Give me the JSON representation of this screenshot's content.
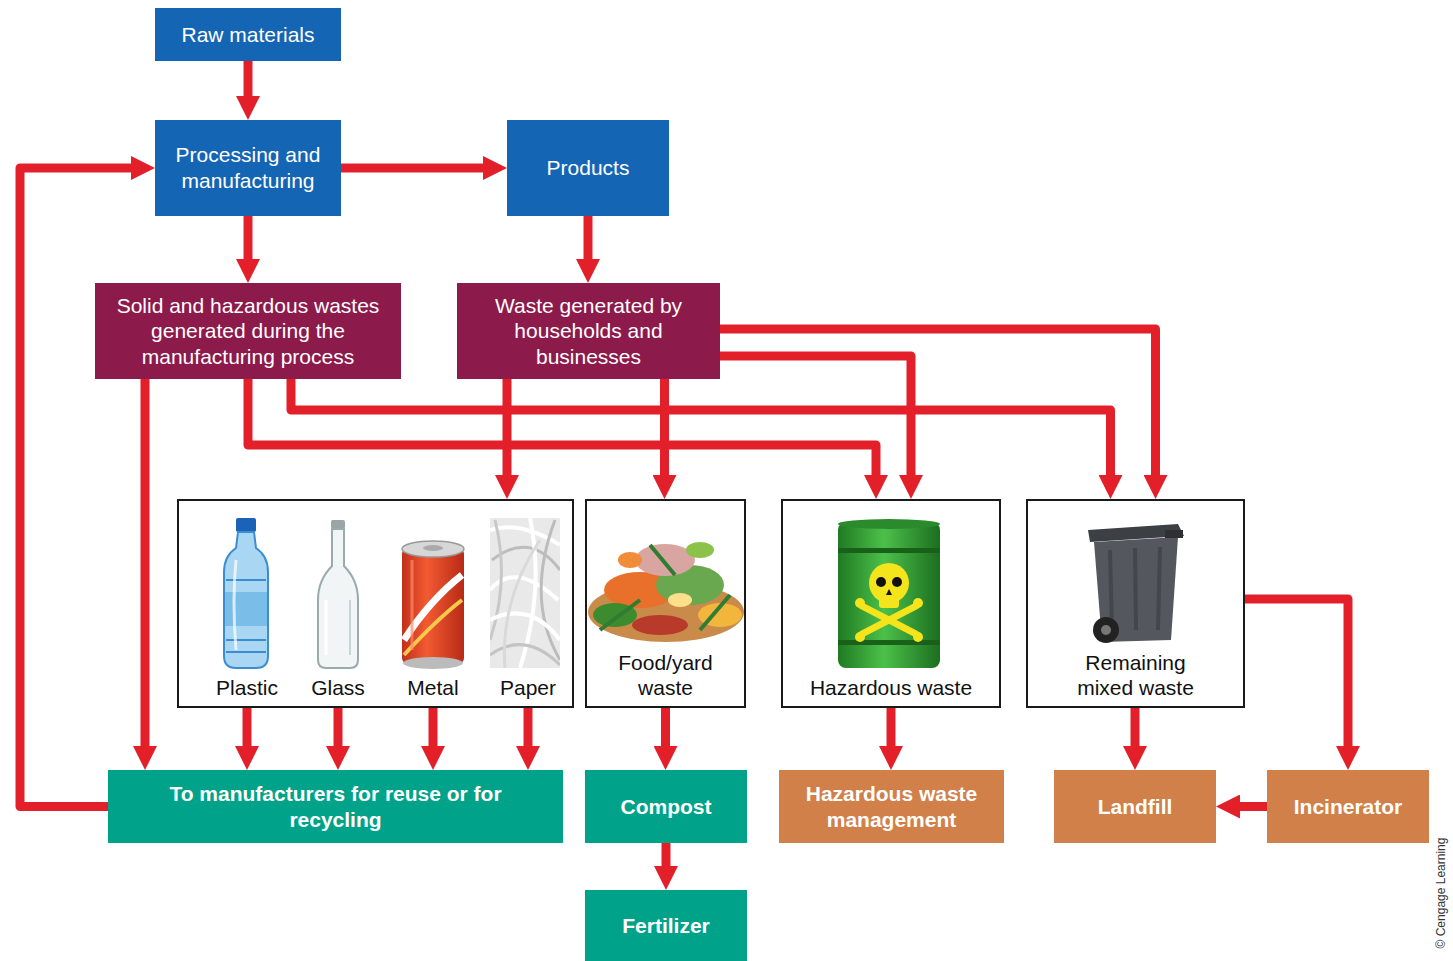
{
  "diagram": {
    "nodes": [
      {
        "text": [
          "Raw materials"
        ]
      },
      {
        "text": [
          "Processing and manufacturing"
        ]
      },
      {
        "text": [
          "Products"
        ]
      },
      {
        "text": [
          "Solid and hazardous wastes generated during the manufacturing process"
        ]
      },
      {
        "text": [
          "Waste generated by households and businesses"
        ]
      },
      {
        "text": [
          "Plastic",
          "Glass",
          "Metal",
          "Paper"
        ]
      },
      {
        "text": [
          "Food/yard waste"
        ]
      },
      {
        "text": [
          "Hazardous waste"
        ]
      },
      {
        "text": [
          "Remaining mixed waste"
        ]
      },
      {
        "text": [
          "To manufacturers for reuse or for recycling"
        ]
      },
      {
        "text": [
          "Compost"
        ]
      },
      {
        "text": [
          "Fertilizer"
        ]
      },
      {
        "text": [
          "Hazardous waste management"
        ]
      },
      {
        "text": [
          "Landfill"
        ]
      },
      {
        "text": [
          "Incinerator"
        ]
      }
    ],
    "edges": [
      {
        "from": 0,
        "to": 1,
        "arrow": "to"
      },
      {
        "from": 1,
        "to": 2,
        "arrow": "to"
      },
      {
        "from": 1,
        "to": 3,
        "arrow": "to"
      },
      {
        "from": 2,
        "to": 4,
        "arrow": "to"
      },
      {
        "from": 3,
        "to": 9,
        "arrow": "to"
      },
      {
        "from": 3,
        "to": 7,
        "arrow": "to"
      },
      {
        "from": 3,
        "to": 8,
        "arrow": "to"
      },
      {
        "from": 4,
        "to": 5,
        "arrow": "to"
      },
      {
        "from": 4,
        "to": 6,
        "arrow": "to"
      },
      {
        "from": 4,
        "to": 7,
        "arrow": "to"
      },
      {
        "from": 4,
        "to": 8,
        "arrow": "to"
      },
      {
        "from": 5,
        "to": 9,
        "arrow": "to"
      },
      {
        "from": 5,
        "to": 9,
        "arrow": "to"
      },
      {
        "from": 5,
        "to": 9,
        "arrow": "to"
      },
      {
        "from": 5,
        "to": 9,
        "arrow": "to"
      },
      {
        "from": 9,
        "to": 1,
        "arrow": "to"
      },
      {
        "from": 6,
        "to": 10,
        "arrow": "to"
      },
      {
        "from": 10,
        "to": 11,
        "arrow": "to"
      },
      {
        "from": 7,
        "to": 12,
        "arrow": "to"
      },
      {
        "from": 8,
        "to": 13,
        "arrow": "to"
      },
      {
        "from": 8,
        "to": 14,
        "arrow": "to"
      },
      {
        "from": 14,
        "to": 13,
        "arrow": "to"
      }
    ],
    "labels": [
      "© Cengage Learning"
    ]
  }
}
